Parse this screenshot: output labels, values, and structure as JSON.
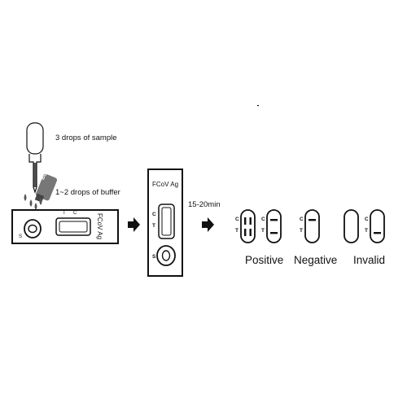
{
  "sample_label": "3 drops of  sample",
  "buffer_label": "1~2 drops of buffer",
  "buffer_bottle_text": "Buffer",
  "cassette_left": {
    "name_text": "FCoV Ag",
    "c_mark": "C",
    "t_mark": "T",
    "s_mark": "S"
  },
  "cassette_center": {
    "name_text": "FCoV Ag",
    "c_mark": "C",
    "t_mark": "T",
    "s_mark": "S"
  },
  "time_label": "15-20min",
  "results": [
    {
      "label": "Positive",
      "windows": [
        {
          "c": "C",
          "t": "T",
          "c_line": true,
          "t_line": true
        },
        {
          "c": "C",
          "t": "T",
          "c_line": true,
          "t_line": true
        }
      ]
    },
    {
      "label": "Negative",
      "windows": [
        {
          "c": "C",
          "t": "T",
          "c_line": true,
          "t_line": false
        }
      ]
    },
    {
      "label": "Invalid",
      "windows": [
        {
          "c": "",
          "t": "",
          "c_line": false,
          "t_line": false
        },
        {
          "c": "C",
          "t": "T",
          "c_line": false,
          "t_line": true
        }
      ]
    }
  ],
  "colors": {
    "ink": "#111111",
    "bottle": "#777777",
    "drop": "#555555"
  }
}
